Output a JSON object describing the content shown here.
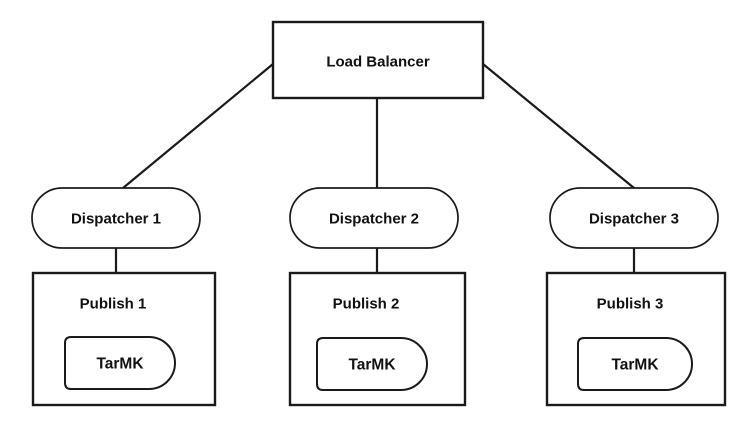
{
  "diagram": {
    "type": "architecture-diagram",
    "background": "#ffffff",
    "stroke_color": "#1a1a1a",
    "text_color": "#111111",
    "load_balancer": {
      "label": "Load Balancer",
      "shape": "rectangle"
    },
    "columns": [
      {
        "dispatcher": {
          "label": "Dispatcher 1",
          "shape": "stadium"
        },
        "publish": {
          "label": "Publish 1",
          "shape": "rectangle"
        },
        "storage": {
          "label": "TarMK",
          "shape": "delay"
        }
      },
      {
        "dispatcher": {
          "label": "Dispatcher 2",
          "shape": "stadium"
        },
        "publish": {
          "label": "Publish 2",
          "shape": "rectangle"
        },
        "storage": {
          "label": "TarMK",
          "shape": "delay"
        }
      },
      {
        "dispatcher": {
          "label": "Dispatcher 3",
          "shape": "stadium"
        },
        "publish": {
          "label": "Publish 3",
          "shape": "rectangle"
        },
        "storage": {
          "label": "TarMK",
          "shape": "delay"
        }
      }
    ],
    "edges": [
      {
        "from": "load-balancer",
        "to": "dispatcher-1"
      },
      {
        "from": "load-balancer",
        "to": "dispatcher-2"
      },
      {
        "from": "load-balancer",
        "to": "dispatcher-3"
      },
      {
        "from": "dispatcher-1",
        "to": "publish-1"
      },
      {
        "from": "dispatcher-2",
        "to": "publish-2"
      },
      {
        "from": "dispatcher-3",
        "to": "publish-3"
      }
    ]
  }
}
